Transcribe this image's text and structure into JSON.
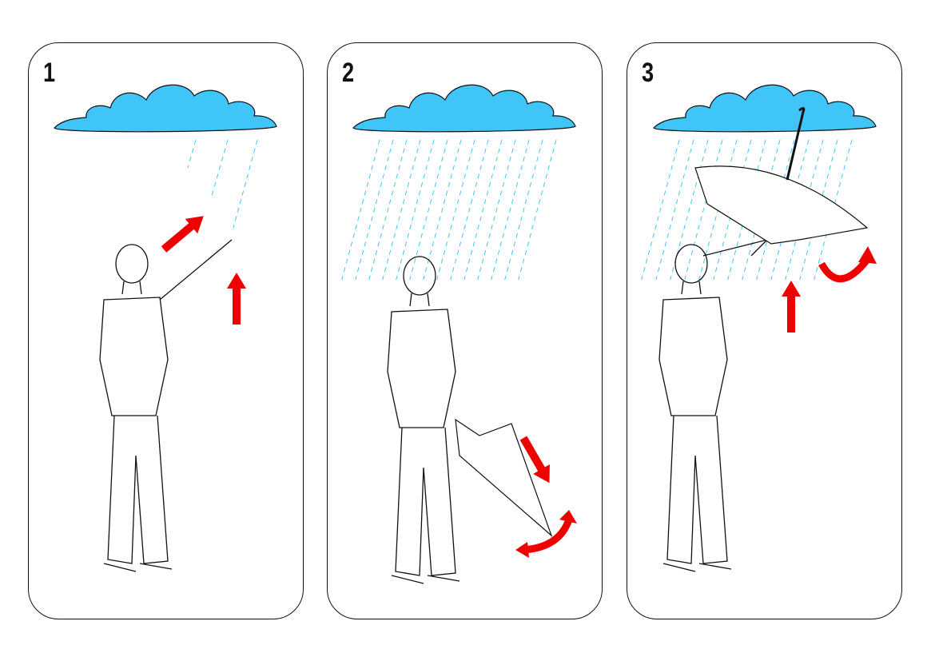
{
  "panels": [
    {
      "number": "1"
    },
    {
      "number": "2"
    },
    {
      "number": "3"
    }
  ],
  "colors": {
    "cloud": "#3fc5f8",
    "rain": "#3fc5f8",
    "arrow": "#ee0000",
    "outline": "#111111"
  }
}
